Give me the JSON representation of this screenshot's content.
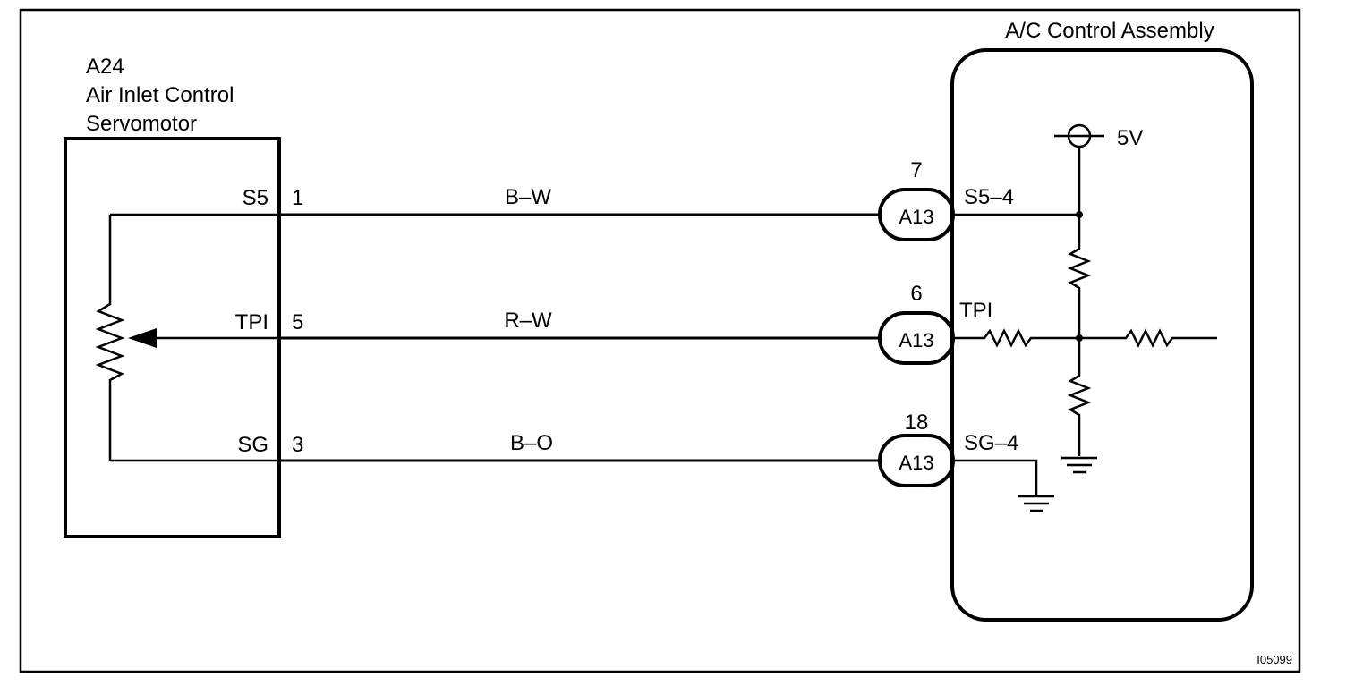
{
  "left_component": {
    "code": "A24",
    "name_line1": "Air Inlet Control",
    "name_line2": "Servomotor"
  },
  "right_component": {
    "name": "A/C Control Assembly",
    "supply_voltage": "5V"
  },
  "wires": [
    {
      "left_terminal": "S5",
      "left_pin": "1",
      "color": "B–W",
      "connector": "A13",
      "connector_pin": "7",
      "right_terminal": "S5–4"
    },
    {
      "left_terminal": "TPI",
      "left_pin": "5",
      "color": "R–W",
      "connector": "A13",
      "connector_pin": "6",
      "right_terminal": "TPI"
    },
    {
      "left_terminal": "SG",
      "left_pin": "3",
      "color": "B–O",
      "connector": "A13",
      "connector_pin": "18",
      "right_terminal": "SG–4"
    }
  ],
  "figure_id": "I05099"
}
